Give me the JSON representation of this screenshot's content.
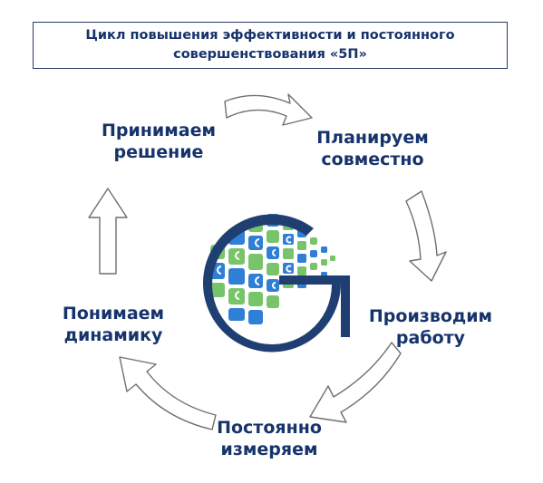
{
  "title": {
    "line1": "Цикл повышения эффективности и постоянного",
    "line2": "совершенствования «5П»"
  },
  "steps": {
    "plan": {
      "line1": "Планируем",
      "line2": "совместно"
    },
    "produce": {
      "line1": "Производим",
      "line2": "работу"
    },
    "measure": {
      "line1": "Постоянно",
      "line2": "измеряем"
    },
    "dynamics": {
      "line1": "Понимаем",
      "line2": "динамику"
    },
    "decide": {
      "line1": "Принимаем",
      "line2": "решение"
    }
  },
  "colors": {
    "text": "#16336b",
    "logo_navy": "#1f3f73",
    "logo_blue": "#2f7fd6",
    "logo_green": "#78c46a",
    "arrow_outline": "#6f6f6f"
  },
  "icons": {
    "logo": "company-logo-g",
    "cycle_arrows": "curved-arrow"
  }
}
